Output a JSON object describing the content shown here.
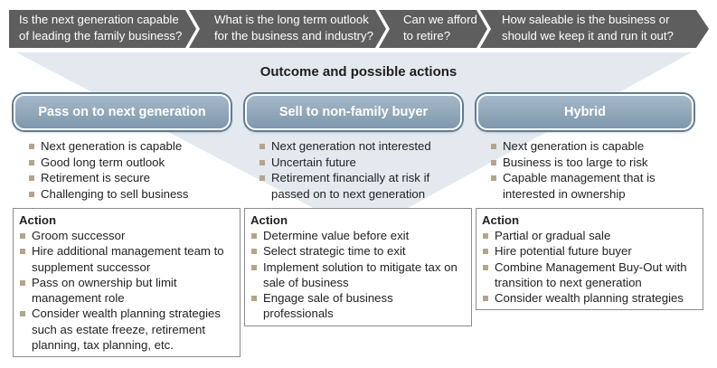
{
  "questions": [
    "Is the next generation capable of leading the family business?",
    "What is the long term outlook for the business and industry?",
    "Can we afford to retire?",
    "How saleable is the business or should we keep it and run it out?"
  ],
  "outcome_title": "Outcome and possible actions",
  "columns": [
    {
      "title": "Pass on to next generation",
      "bullets": [
        "Next generation is capable",
        "Good long term outlook",
        "Retirement is secure",
        "Challenging to sell business"
      ],
      "action_heading": "Action",
      "actions": [
        "Groom successor",
        "Hire additional management team to supplement successor",
        "Pass on ownership but limit management role",
        "Consider wealth planning strategies such as estate freeze, retirement planning, tax planning, etc."
      ]
    },
    {
      "title": "Sell to non-family buyer",
      "bullets": [
        "Next generation not interested",
        "Uncertain future",
        "Retirement financially at risk if passed on to next generation"
      ],
      "action_heading": "Action",
      "actions": [
        "Determine value before exit",
        "Select strategic time to exit",
        "Implement solution to mitigate tax on sale of business",
        "Engage sale of business professionals"
      ]
    },
    {
      "title": "Hybrid",
      "bullets": [
        "Next generation is capable",
        "Business is too large to risk",
        "Capable management that is interested in ownership"
      ],
      "action_heading": "Action",
      "actions": [
        "Partial or gradual sale",
        "Hire potential future buyer",
        "Combine Management Buy-Out with transition to next generation",
        "Consider wealth planning strategies"
      ]
    }
  ],
  "colors": {
    "chevron": "#5e5e5e",
    "funnel": "#e3e9ef",
    "pill": "#8fa6ba",
    "bullet": "#b3a58b"
  }
}
